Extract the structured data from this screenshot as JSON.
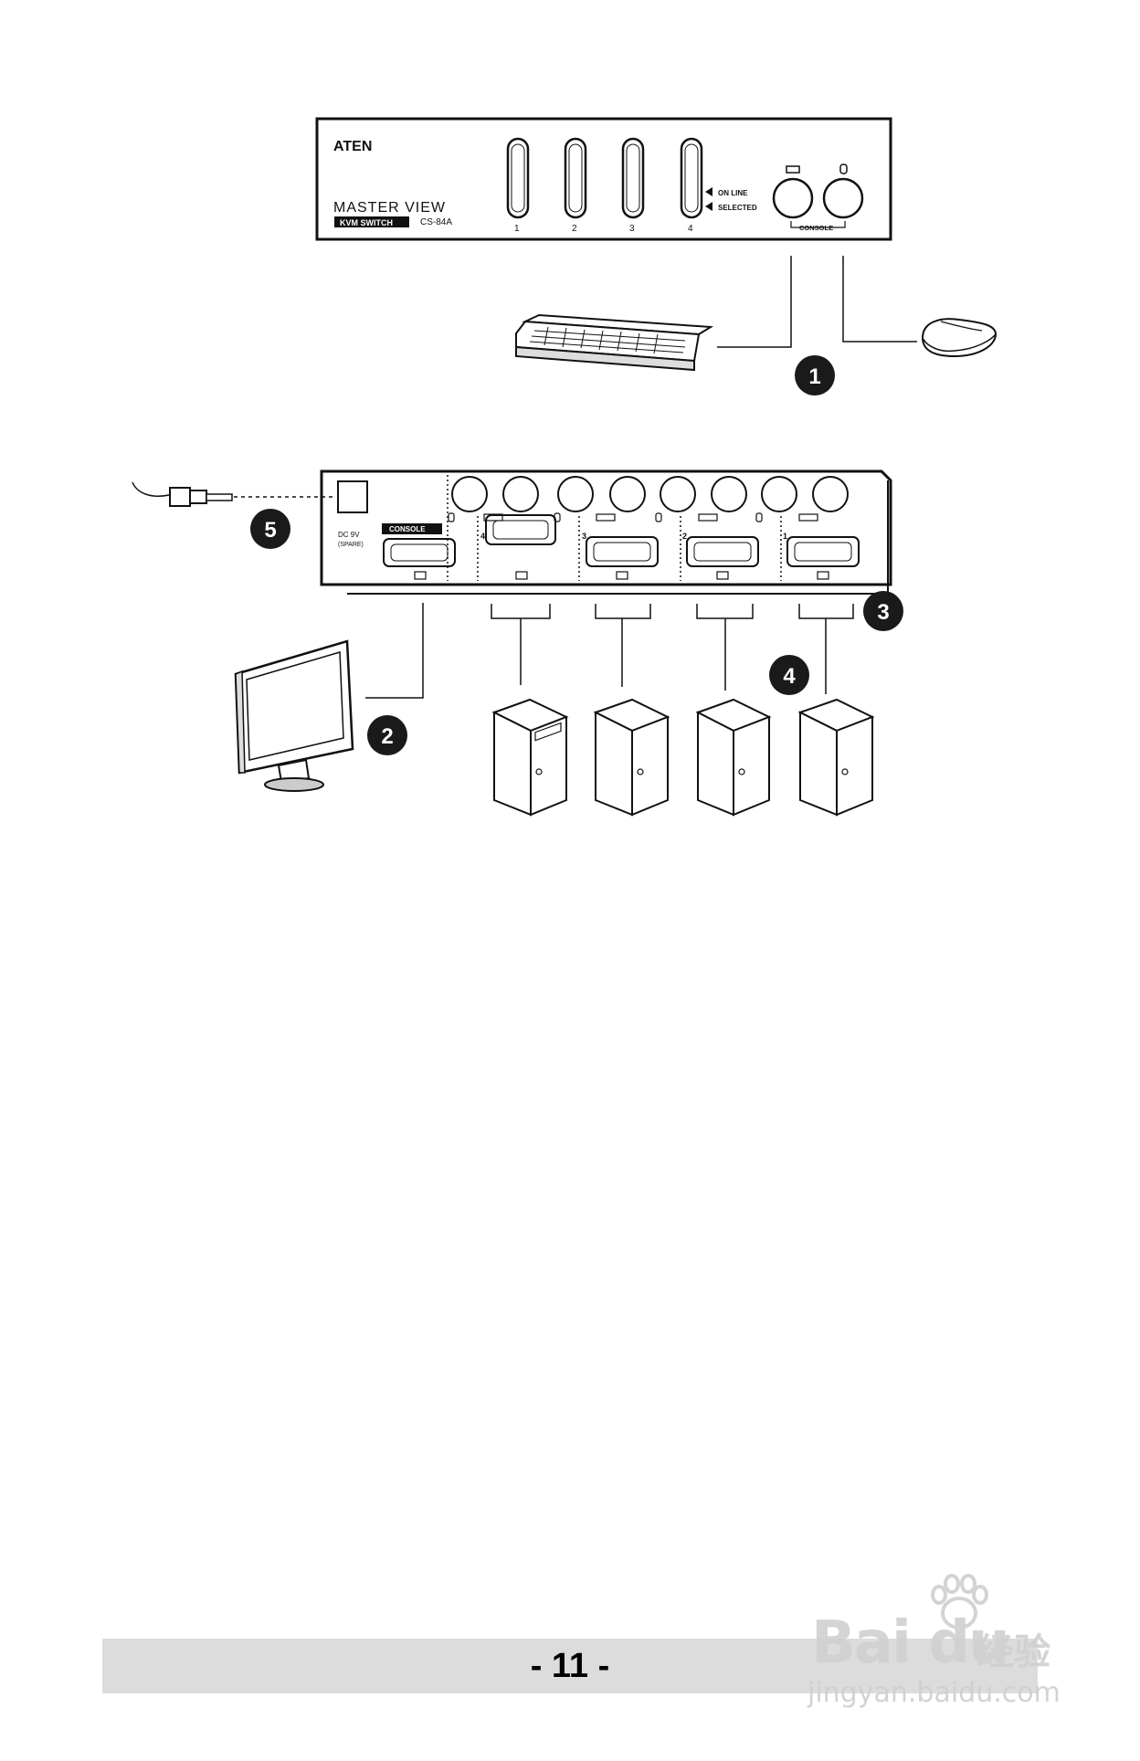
{
  "front_panel": {
    "brand": "ATEN",
    "product": "MASTER VIEW",
    "kvm_label": "KVM SWITCH",
    "model": "CS-84A",
    "port_numbers": [
      "1",
      "2",
      "3",
      "4"
    ],
    "online_label": "ON LINE",
    "selected_label": "SELECTED",
    "console_label": "CONSOLE"
  },
  "rear_panel": {
    "console_label": "CONSOLE",
    "power_label": "DC 9V",
    "spare_label": "(SPARE)",
    "port_numbers": [
      "4",
      "3",
      "2",
      "1"
    ]
  },
  "callouts": [
    "1",
    "2",
    "3",
    "4",
    "5"
  ],
  "footer": {
    "page_number": "- 11 -"
  },
  "watermark": {
    "logo": "Bai du",
    "cn": "经验",
    "url": "jingyan.baidu.com"
  },
  "colors": {
    "ink": "#111111",
    "callout_fill": "#1a1a1a",
    "footer_bg": "#dcdcdc"
  }
}
